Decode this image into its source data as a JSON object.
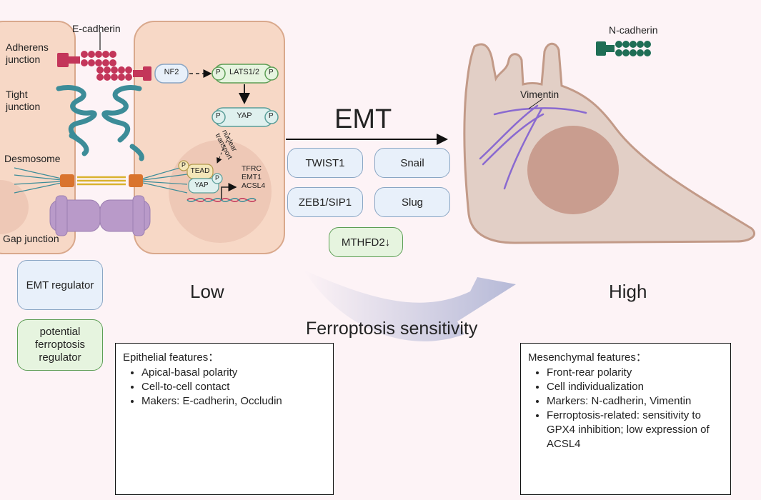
{
  "left_labels": {
    "adherens_junction": "Adherens\njunction",
    "tight_junction": "Tight\njunction",
    "desmosome": "Desmosome",
    "gap_junction": "Gap junction",
    "e_cadherin": "E-cadherin"
  },
  "pathway": {
    "nf2": "NF2",
    "lats": "LATS1/2",
    "yap": "YAP",
    "yap_nucleus": "YAP",
    "tead": "TEAD",
    "phospho": "P",
    "nuclear_transport": "nuclear\ntransport",
    "targets": "TFRC\nEMT1\nACSL4"
  },
  "emt": {
    "title": "EMT",
    "regulators": [
      "TWIST1",
      "Snail",
      "ZEB1/SIP1",
      "Slug"
    ],
    "mthfd2": "MTHFD2↓"
  },
  "right_labels": {
    "n_cadherin": "N-cadherin",
    "vimentin": "Vimentin"
  },
  "legend": {
    "emt_regulator": "EMT regulator",
    "ferroptosis_regulator": "potential\nferroptosis\nregulator"
  },
  "sensitivity": {
    "low": "Low",
    "high": "High",
    "label": "Ferroptosis sensitivity"
  },
  "epithelial": {
    "title": "Epithelial features：",
    "items": [
      "Apical-basal polarity",
      "Cell-to-cell contact",
      "Makers: E-cadherin, Occludin"
    ]
  },
  "mesenchymal": {
    "title": "Mesenchymal features：",
    "items": [
      "Front-rear polarity",
      "Cell individualization",
      "Markers: N-cadherin, Vimentin",
      "Ferroptosis-related: sensitivity to GPX4 inhibition; low expression of ACSL4"
    ]
  },
  "colors": {
    "cell_fill": "#f7d8c6",
    "cell_stroke": "#d9a88c",
    "mesenchymal_fill": "#e2cfc6",
    "nucleus_fill": "#c99d8f",
    "e_cadherin": "#c3365a",
    "n_cadherin": "#1f6e55",
    "tight_junction": "#3c8c98",
    "gap_junction": "#b99ac9",
    "vimentin": "#8a6ad0",
    "arrow": "#b9bdd8"
  }
}
